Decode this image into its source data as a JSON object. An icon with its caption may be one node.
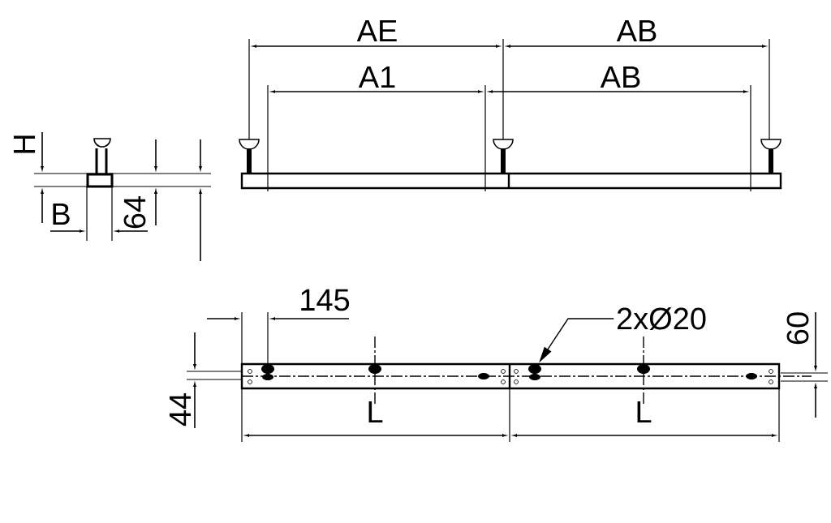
{
  "diagram": {
    "nodes": [
      {
        "text": [
          "2xØ20"
        ]
      },
      {
        "text": [],
        "shape": "circle"
      },
      {
        "text": [],
        "shape": "circle"
      },
      {
        "text": [],
        "shape": "circle"
      },
      {
        "text": [],
        "shape": "circle"
      }
    ],
    "edges": [
      {
        "from": 0,
        "to": 3,
        "arrow": "to"
      }
    ],
    "labels": [
      "AE",
      "AB",
      "A1",
      "AB",
      "H",
      "B",
      "64",
      "145",
      "60",
      "44",
      "L",
      "L"
    ]
  }
}
